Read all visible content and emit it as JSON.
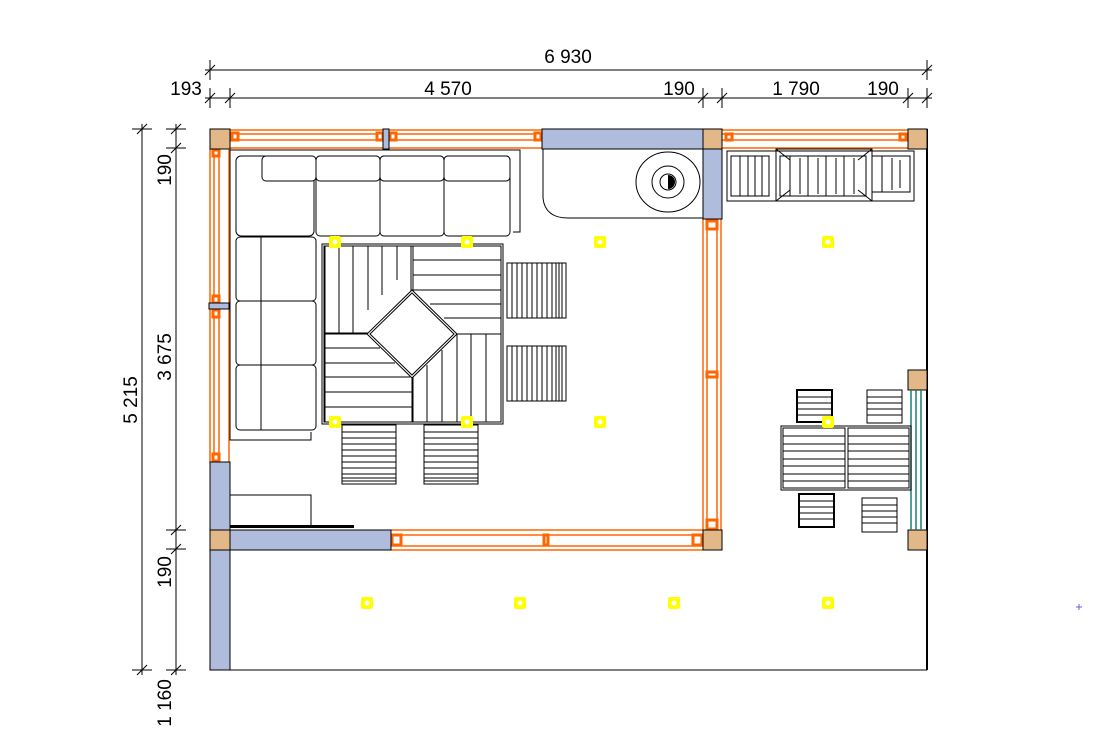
{
  "drawing": {
    "type": "floor-plan",
    "units": "mm",
    "dimensions_horizontal_overall": "6 930",
    "dimensions_horizontal": [
      "193",
      "4 570",
      "190",
      "1 790",
      "190"
    ],
    "dimensions_vertical_overall": "5 215",
    "dimensions_vertical": [
      "190",
      "3 675",
      "190",
      "1 160"
    ]
  },
  "colors": {
    "wall": "#b0bcdc",
    "post": "#e2b888",
    "glazing_frame": "#ff6600",
    "light_fixture": "#ffff00",
    "sliding_door": "#1a7f73"
  },
  "legend_icons": {
    "light": "light-fixture-icon",
    "post": "post-icon",
    "window": "window-frame-icon"
  }
}
